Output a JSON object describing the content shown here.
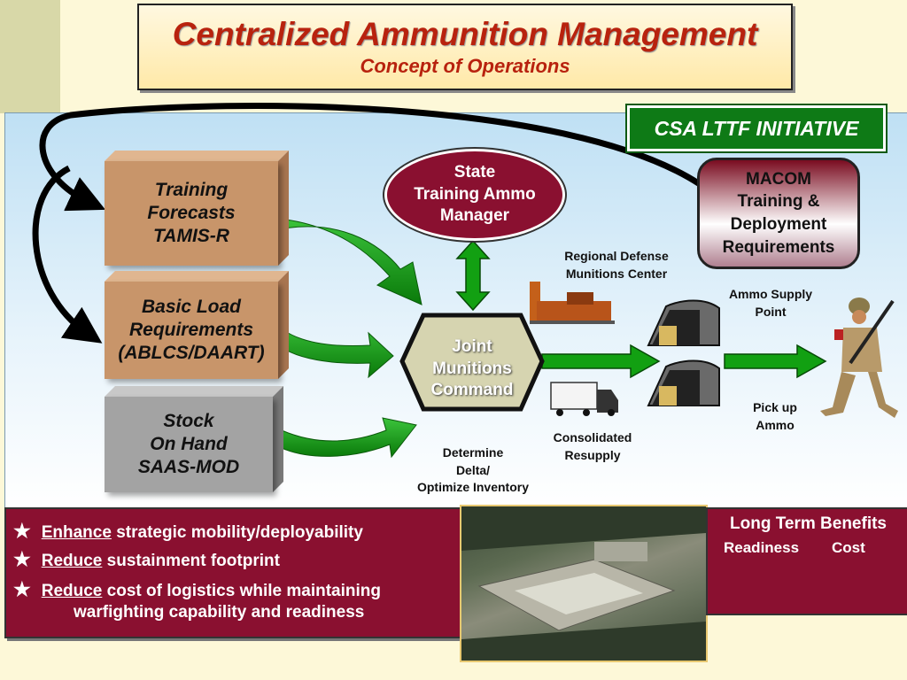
{
  "title": {
    "main": "Centralized Ammunition Management",
    "sub": "Concept of Operations"
  },
  "initiative_label": "CSA LTTF INITIATIVE",
  "inputs": [
    {
      "lines": [
        "Training",
        "Forecasts",
        "TAMIS-R"
      ],
      "color": "#c8956a"
    },
    {
      "lines": [
        "Basic Load",
        "Requirements",
        "(ABLCS/DAART)"
      ],
      "color": "#c8956a"
    },
    {
      "lines": [
        "Stock",
        "On Hand",
        "SAAS-MOD"
      ],
      "color": "#a3a3a3"
    }
  ],
  "state_manager": [
    "State",
    "Training Ammo",
    "Manager"
  ],
  "macom": [
    "MACOM",
    "Training &",
    "Deployment",
    "Requirements"
  ],
  "jmc": [
    "Joint",
    "Munitions",
    "Command"
  ],
  "labels": {
    "rdmc": [
      "Regional Defense",
      "Munitions Center"
    ],
    "asp": [
      "Ammo Supply",
      "Point"
    ],
    "pickup": [
      "Pick up",
      "Ammo"
    ],
    "consolidated": [
      "Consolidated",
      "Resupply"
    ],
    "delta": [
      "Determine",
      "Delta/",
      "Optimize Inventory"
    ]
  },
  "bullets": [
    {
      "verb": "Enhance",
      "rest": " strategic mobility/deployability"
    },
    {
      "verb": "Reduce",
      "rest": " sustainment footprint"
    },
    {
      "verb": "Reduce",
      "rest": " cost of logistics while maintaining",
      "cont": "warfighting capability and readiness"
    }
  ],
  "benefits": {
    "title": "Long Term Benefits",
    "readiness": "Readiness",
    "cost": "Cost"
  },
  "colors": {
    "accent": "#b8220e",
    "maroon": "#8a1030",
    "green": "#0e7a16",
    "arrow_green": "#12a012",
    "arrow_yellow": "#f2f200"
  }
}
